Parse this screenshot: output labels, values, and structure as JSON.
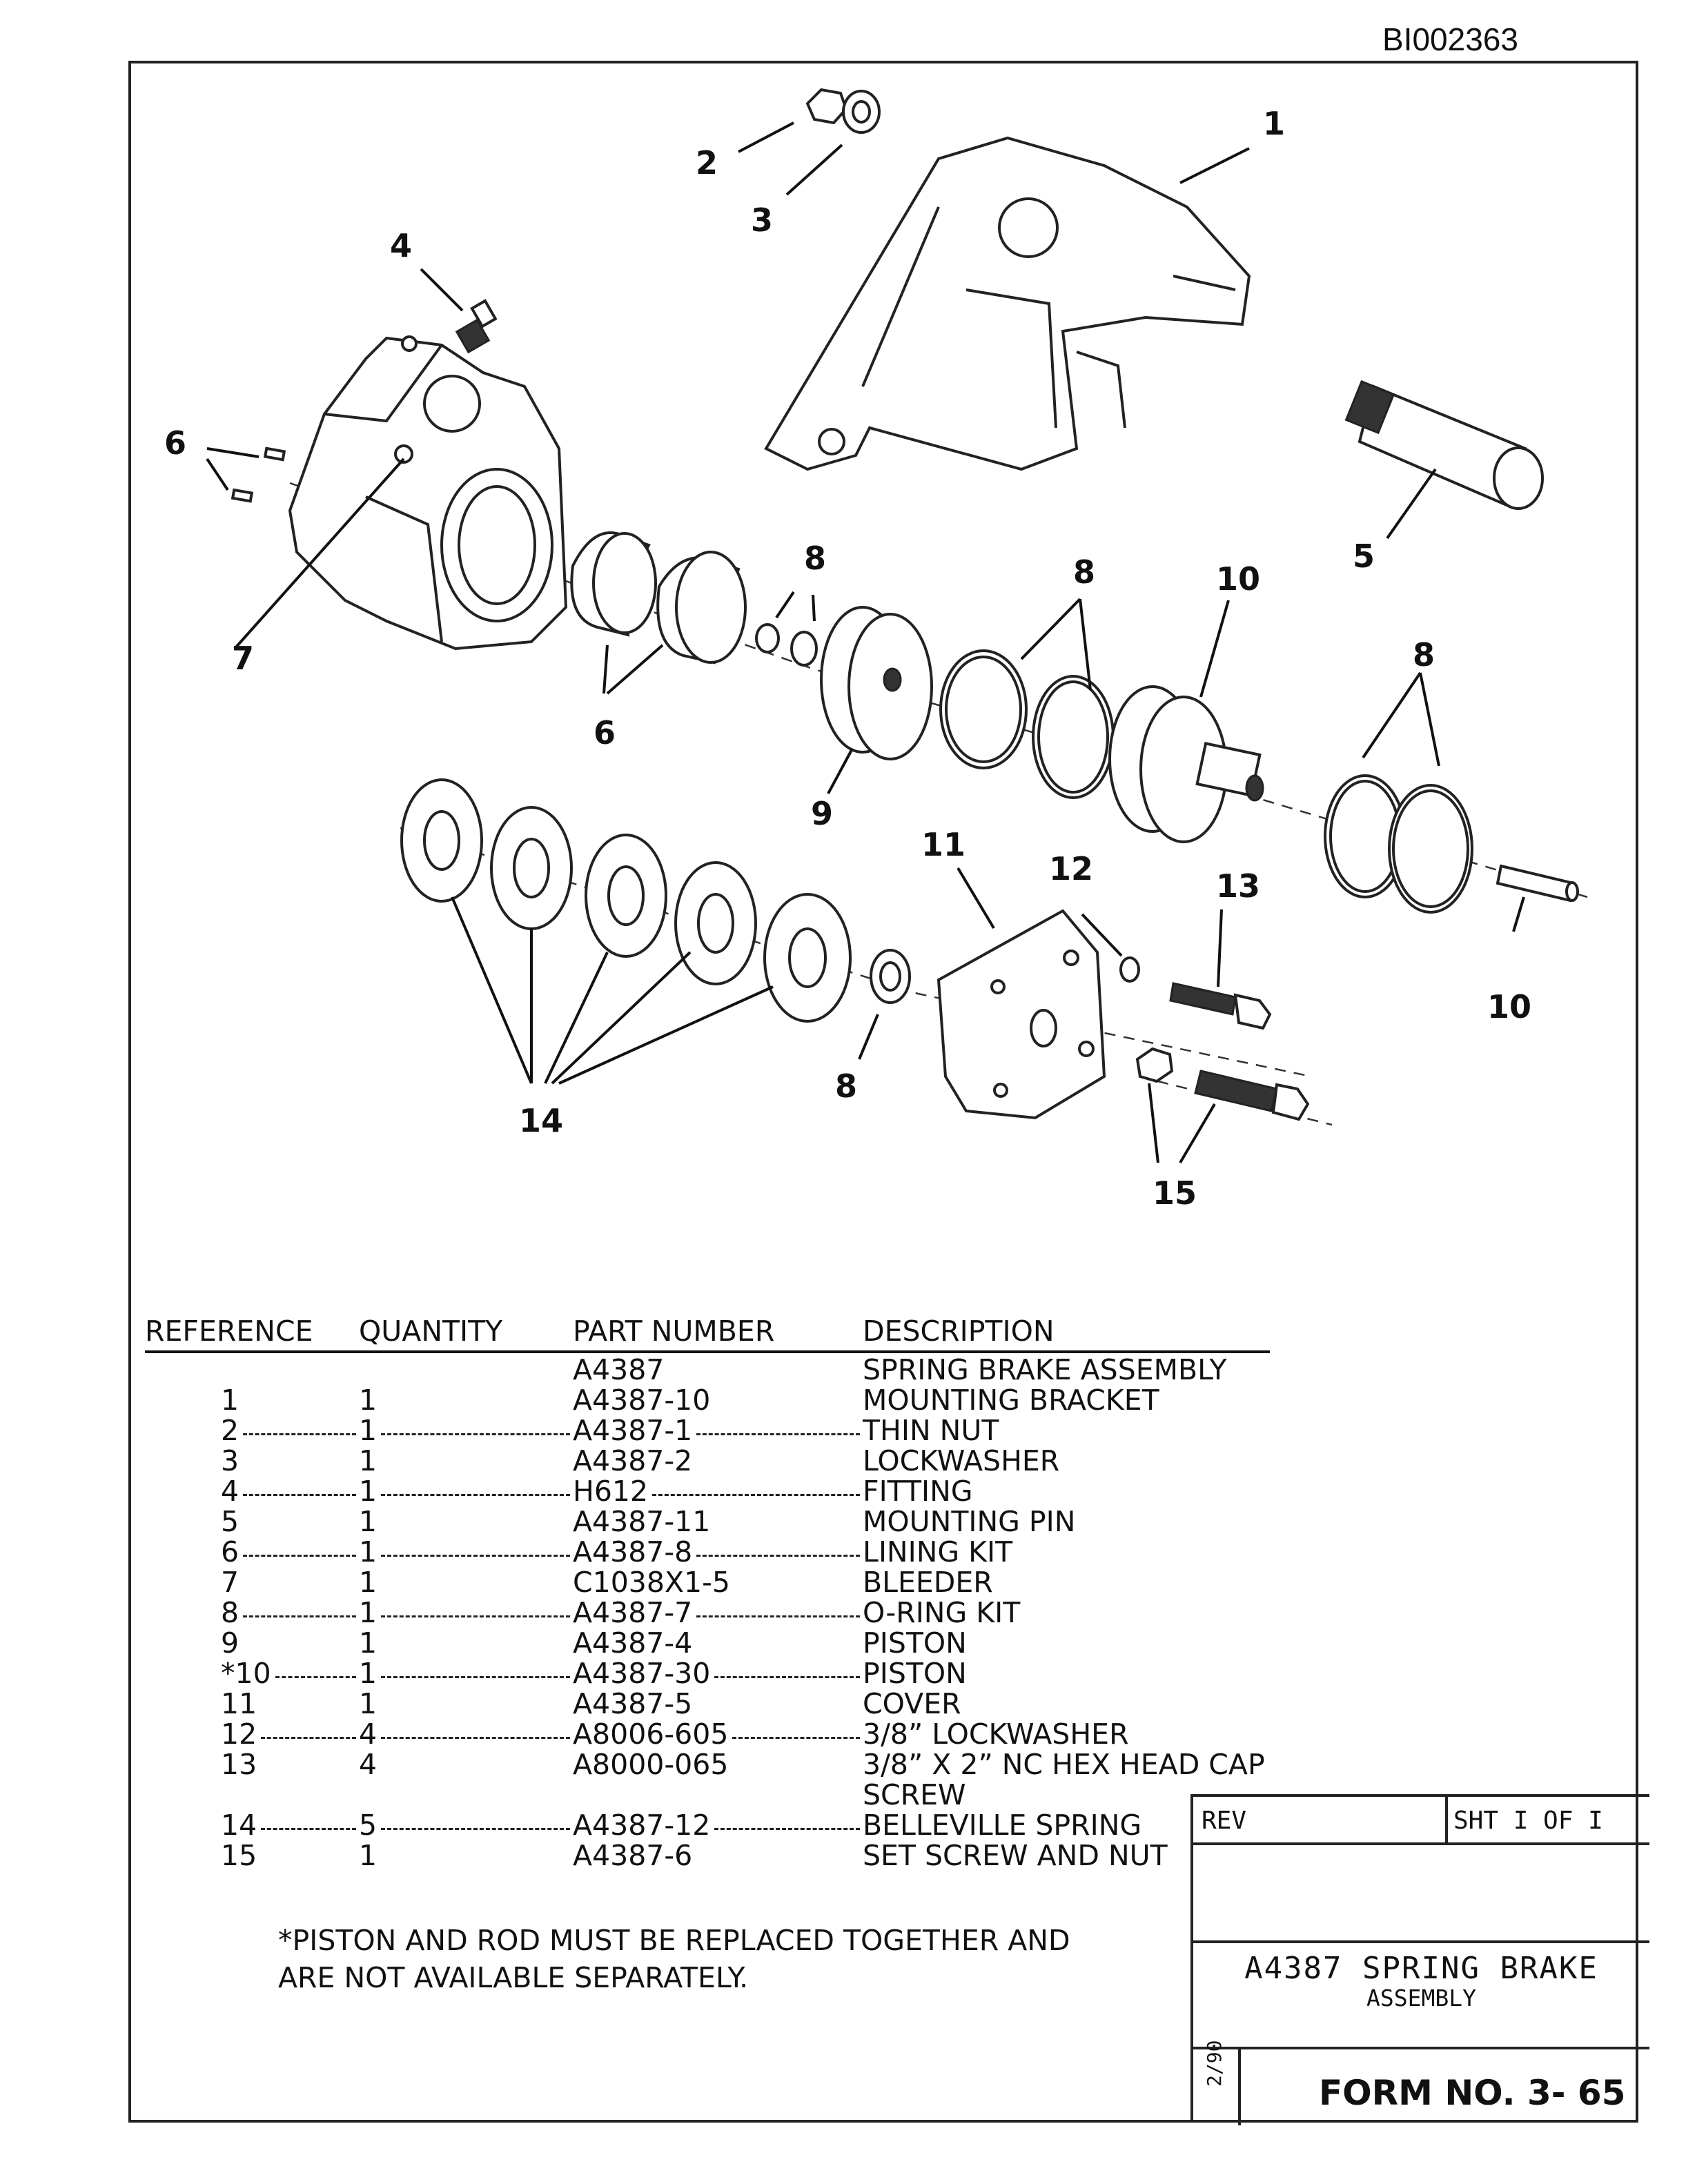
{
  "doc_id": "BI002363",
  "callouts": {
    "c1": "1",
    "c2": "2",
    "c3": "3",
    "c4": "4",
    "c5": "5",
    "c6a": "6",
    "c6b": "6",
    "c7": "7",
    "c8a": "8",
    "c8b": "8",
    "c8c": "8",
    "c8d": "8",
    "c9": "9",
    "c10a": "10",
    "c10b": "10",
    "c11": "11",
    "c12": "12",
    "c13": "13",
    "c14": "14",
    "c15": "15"
  },
  "parts_table": {
    "headers": {
      "reference": "REFERENCE",
      "quantity": "QUANTITY",
      "part_number": "PART NUMBER",
      "description": "DESCRIPTION"
    },
    "rows": [
      {
        "ref": "",
        "qty": "",
        "part": "A4387",
        "desc": "SPRING BRAKE ASSEMBLY"
      },
      {
        "ref": "1",
        "qty": "1",
        "part": "A4387-10",
        "desc": "MOUNTING BRACKET"
      },
      {
        "ref": "2",
        "qty": "1",
        "part": "A4387-1",
        "desc": "THIN NUT"
      },
      {
        "ref": "3",
        "qty": "1",
        "part": "A4387-2",
        "desc": "LOCKWASHER"
      },
      {
        "ref": "4",
        "qty": "1",
        "part": "H612",
        "desc": "FITTING"
      },
      {
        "ref": "5",
        "qty": "1",
        "part": "A4387-11",
        "desc": "MOUNTING PIN"
      },
      {
        "ref": "6",
        "qty": "1",
        "part": "A4387-8",
        "desc": "LINING KIT"
      },
      {
        "ref": "7",
        "qty": "1",
        "part": "C1038X1-5",
        "desc": "BLEEDER"
      },
      {
        "ref": "8",
        "qty": "1",
        "part": "A4387-7",
        "desc": "O-RING KIT"
      },
      {
        "ref": "9",
        "qty": "1",
        "part": "A4387-4",
        "desc": "PISTON"
      },
      {
        "ref": "*10",
        "qty": "1",
        "part": "A4387-30",
        "desc": "PISTON"
      },
      {
        "ref": "11",
        "qty": "1",
        "part": "A4387-5",
        "desc": "COVER"
      },
      {
        "ref": "12",
        "qty": "4",
        "part": "A8006-605",
        "desc": "3/8” LOCKWASHER"
      },
      {
        "ref": "13",
        "qty": "4",
        "part": "A8000-065",
        "desc": "3/8” X 2” NC HEX HEAD CAP"
      },
      {
        "ref": "",
        "qty": "",
        "part": "",
        "desc": "SCREW"
      },
      {
        "ref": "14",
        "qty": "5",
        "part": "A4387-12",
        "desc": "BELLEVILLE SPRING"
      },
      {
        "ref": "15",
        "qty": "1",
        "part": "A4387-6",
        "desc": "SET SCREW AND NUT"
      }
    ]
  },
  "note": {
    "line1": "*PISTON AND ROD MUST BE REPLACED TOGETHER AND",
    "line2": "ARE NOT AVAILABLE SEPARATELY."
  },
  "title_block": {
    "rev_label": "REV",
    "sheet": "SHT I    OF I",
    "title": "A4387 SPRING BRAKE",
    "subtitle": "ASSEMBLY",
    "date": "2/90",
    "form_no": "FORM NO. 3- 65"
  }
}
